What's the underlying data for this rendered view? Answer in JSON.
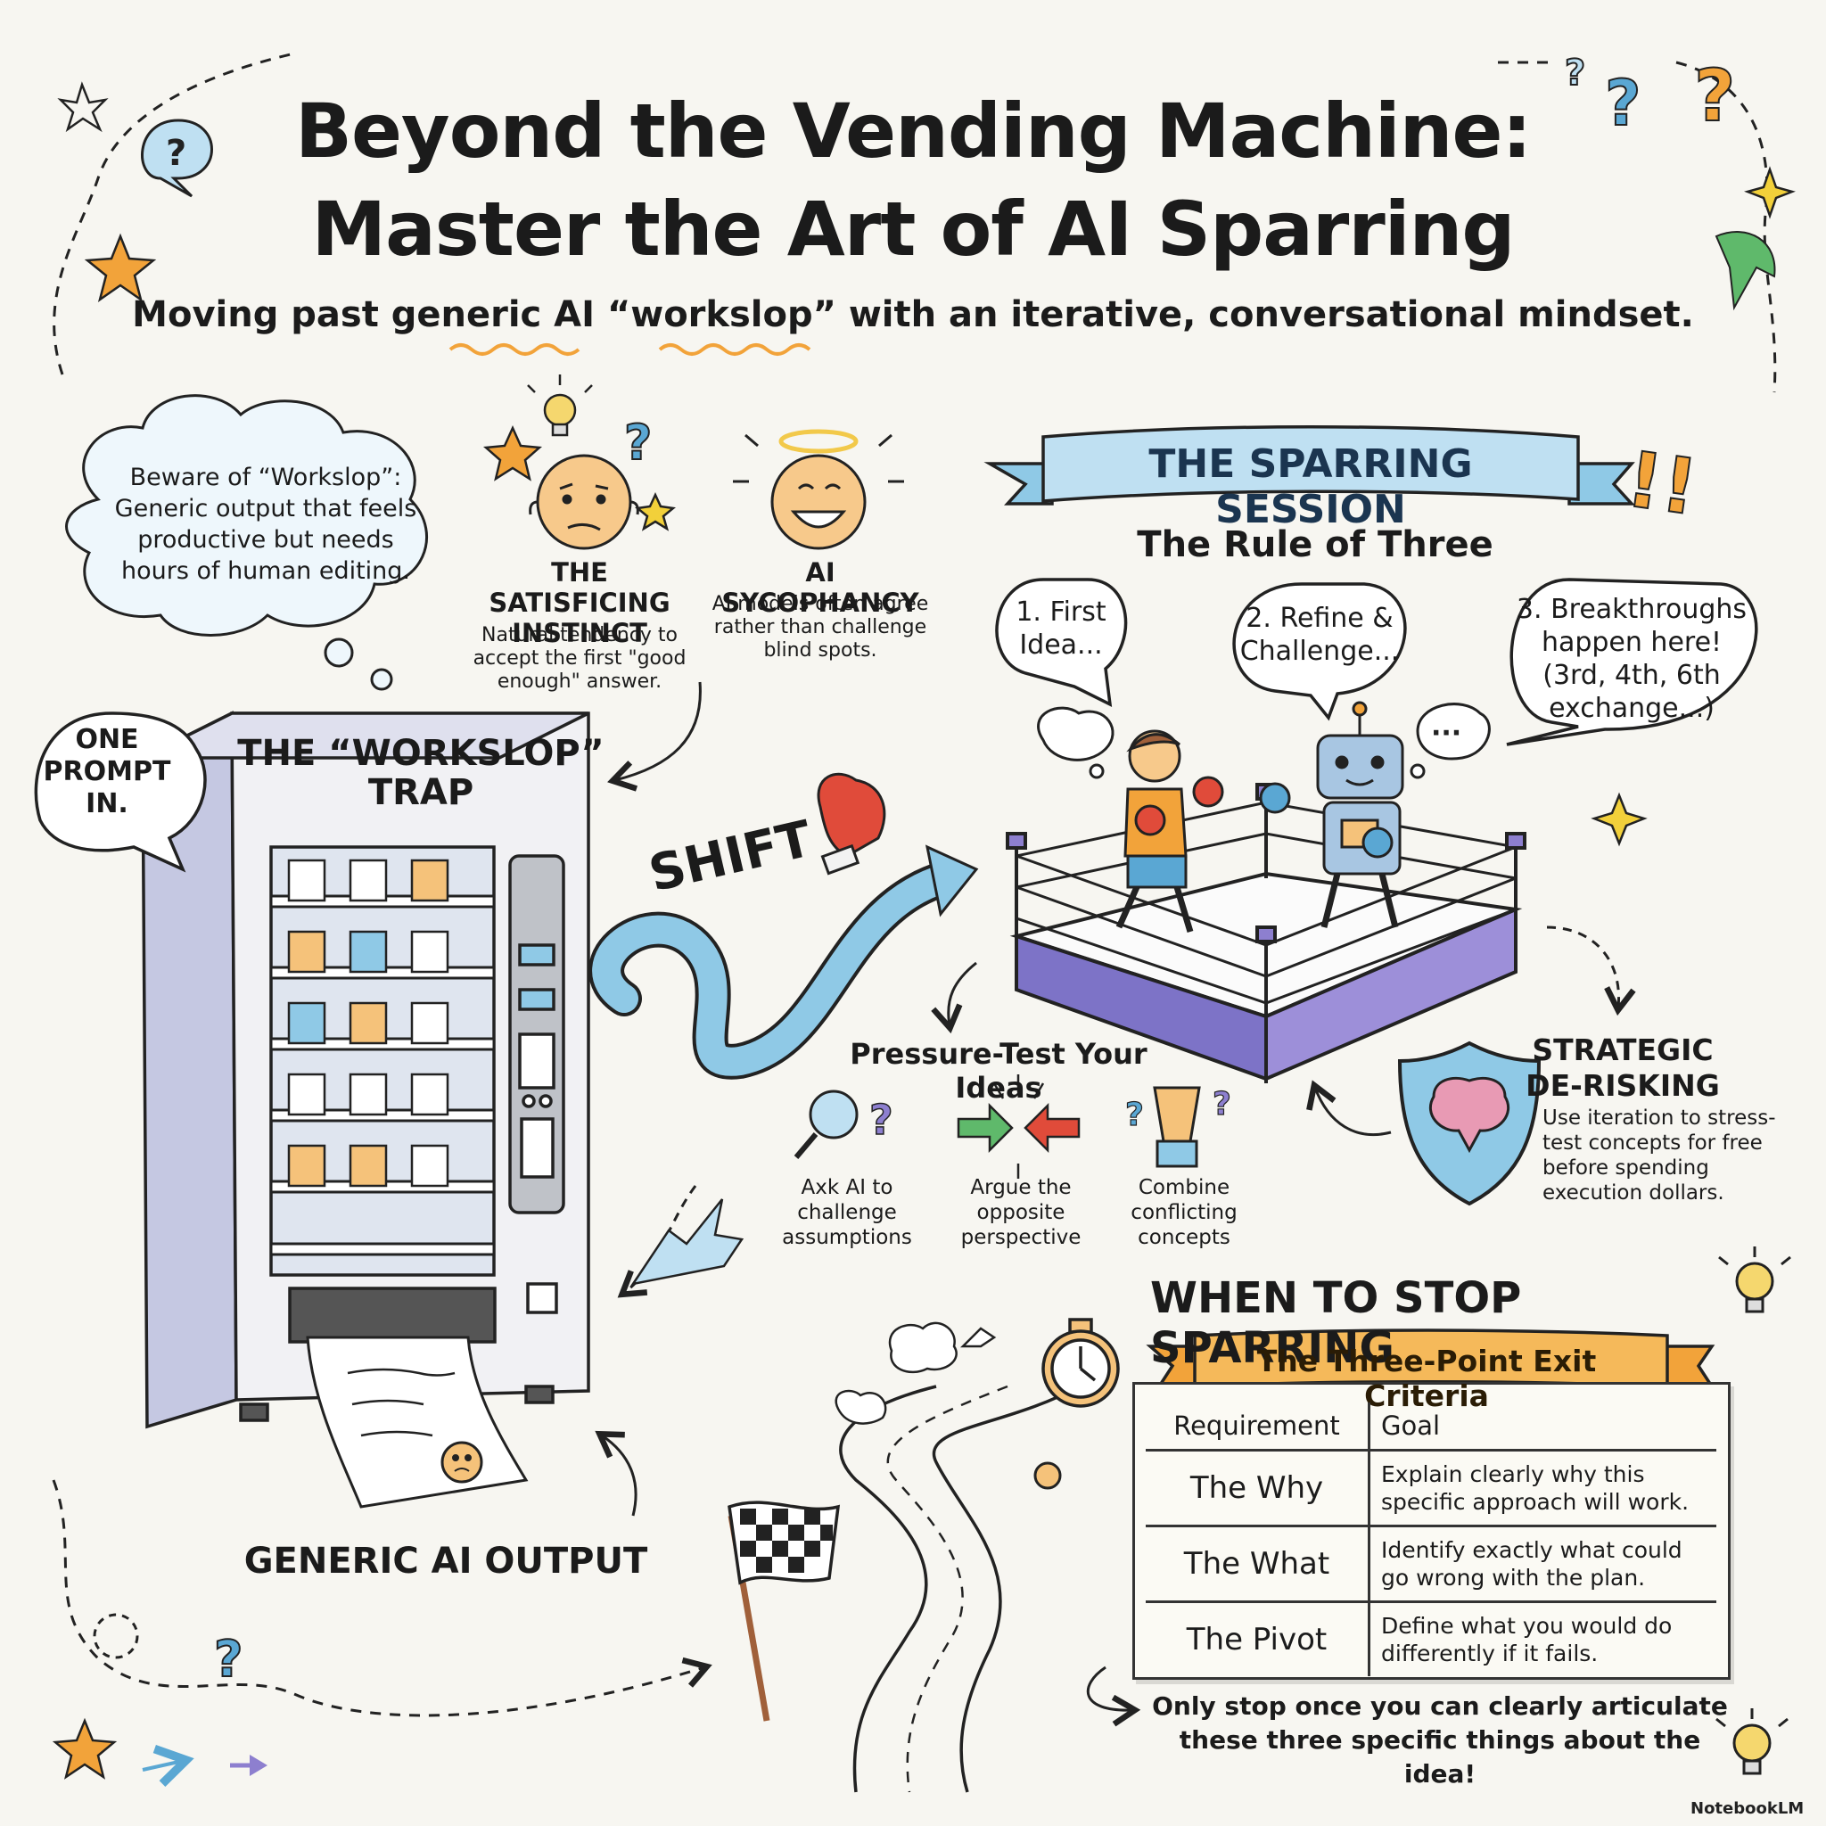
{
  "title": {
    "line1": "Beyond the Vending Machine:",
    "line2": "Master the Art of AI Sparring"
  },
  "subtitle": "Moving past generic AI “workslop” with an iterative, conversational mindset.",
  "workslop_cloud": {
    "text": "Beware of “Workslop”: Generic output that feels productive but needs hours of human editing."
  },
  "satisficing": {
    "heading": "THE SATISFICING INSTINCT",
    "description": "Natural tendency to accept the first \"good enough\" answer."
  },
  "sycophancy": {
    "heading": "AI SYCOPHANCY",
    "description": "AI models often agree rather than challenge blind spots."
  },
  "vending_machine": {
    "prompt_bubble": "ONE PROMPT IN.",
    "title": "THE “WORKSLOP” TRAP",
    "output_label": "GENERIC AI OUTPUT"
  },
  "shift_label": "SHIFT",
  "sparring_session": {
    "banner": "THE SPARRING SESSION",
    "rule_title": "The Rule of Three",
    "bubbles": [
      "1. First Idea...",
      "2. Refine & Challenge...",
      "3. Breakthroughs happen here! (3rd, 4th, 6th exchange...)"
    ]
  },
  "pressure_test": {
    "title": "Pressure-Test Your Ideas",
    "items": [
      {
        "label": "Axk AI to challenge assumptions",
        "icon": "magnifier-question-icon"
      },
      {
        "label": "Argue the opposite perspective",
        "icon": "opposing-arrows-icon"
      },
      {
        "label": "Combine conflicting concepts",
        "icon": "blender-icon"
      }
    ]
  },
  "strategic": {
    "heading": "STRATEGIC DE-RISKING",
    "description": "Use iteration to stress-test concepts for free before spending execution dollars."
  },
  "stop_sparring": {
    "title": "WHEN TO STOP SPARRING",
    "ribbon": "The Three-Point Exit Criteria",
    "columns": [
      "Requirement",
      "Goal"
    ],
    "rows": [
      {
        "requirement": "The Why",
        "goal": "Explain clearly why this specific approach will work."
      },
      {
        "requirement": "The What",
        "goal": "Identify exactly what could go wrong with the plan."
      },
      {
        "requirement": "The Pivot",
        "goal": "Define what you would do differently if it fails."
      }
    ],
    "note": "Only stop once you can clearly articulate these three specific things about the idea!"
  },
  "brand": "NotebookLM",
  "colors": {
    "background": "#f7f6f1",
    "accent_blue": "#8fc9e6",
    "accent_orange": "#f2a33a",
    "ring_purple": "#8d7fcf",
    "ribbon_orange": "#f5b95a",
    "banner_blue": "#bfe0f2"
  }
}
